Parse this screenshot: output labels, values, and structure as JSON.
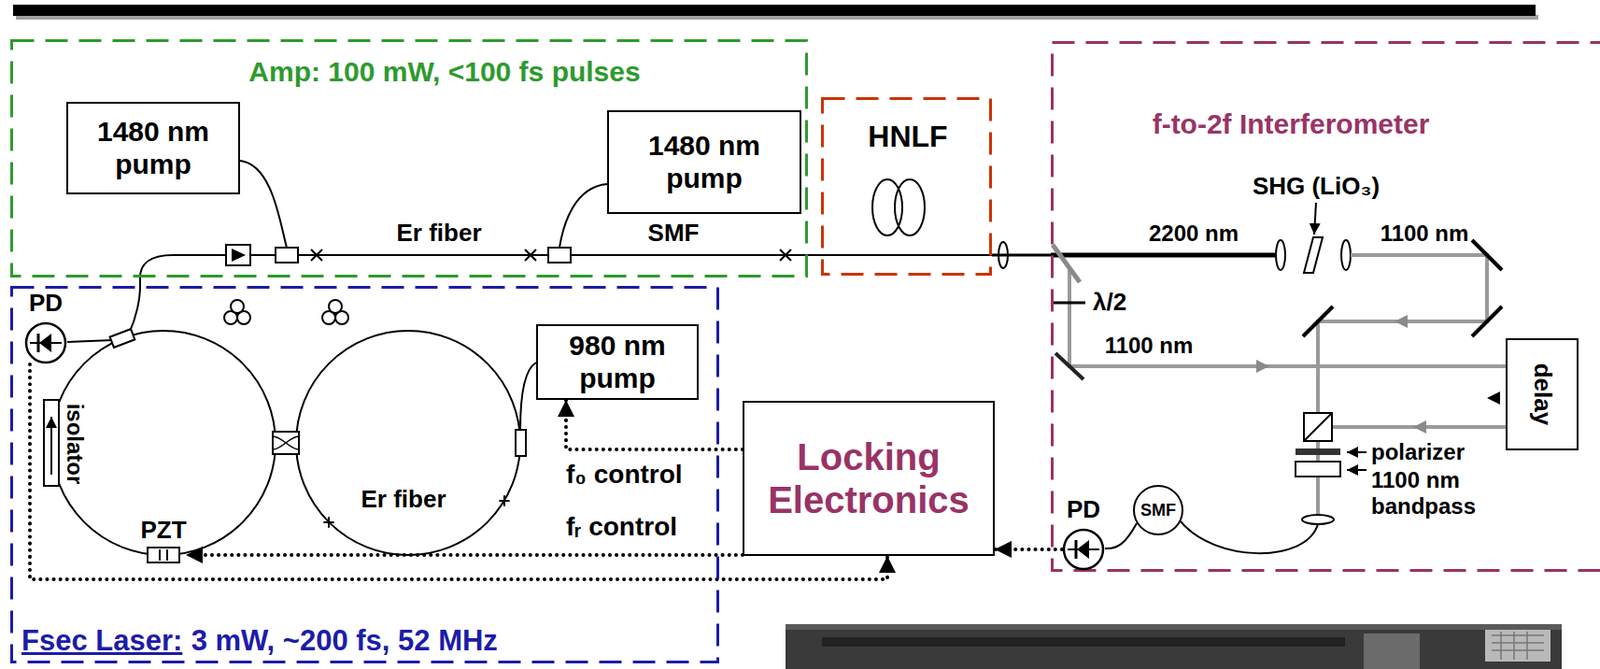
{
  "diagram": {
    "nodes": [
      {
        "text": [
          "Amp: 100 mW, <100 fs pulses"
        ]
      },
      {
        "text": [
          "1480 nm pump"
        ],
        "in": 0
      },
      {
        "text": [
          "1480 nm pump"
        ],
        "in": 0
      },
      {
        "text": [
          "HNLF"
        ]
      },
      {
        "text": [
          "f-to-2f Interferometer"
        ]
      },
      {
        "text": [
          "delay"
        ],
        "in": 4
      },
      {
        "text": [
          "SMF"
        ],
        "in": 4
      },
      {
        "text": [
          "PD"
        ],
        "in": 4
      },
      {
        "text": [
          "Fsec Laser:",
          "3 mW, ~200 fs, 52 MHz"
        ]
      },
      {
        "text": [
          "PD"
        ],
        "in": 8
      },
      {
        "text": [
          "PZT"
        ],
        "in": 8
      },
      {
        "text": [
          "980 nm pump"
        ],
        "in": 8
      },
      {
        "text": [
          "Locking Electronics"
        ]
      }
    ],
    "edges": [
      {
        "from": 8,
        "to": 0,
        "arrow": "none"
      },
      {
        "from": 0,
        "to": 3,
        "arrow": "none"
      },
      {
        "from": 3,
        "to": 4,
        "arrow": "none"
      },
      {
        "from": 7,
        "to": 12,
        "arrow": "to"
      },
      {
        "from": 12,
        "to": 11,
        "label": "f₀ control",
        "arrow": "to"
      },
      {
        "from": 12,
        "to": 10,
        "label": "fᵣ control",
        "arrow": "to"
      },
      {
        "from": 9,
        "to": 12,
        "arrow": "to"
      }
    ],
    "labels": [
      "Er fiber",
      "SMF",
      "2200 nm",
      "SHG (LiO₃)",
      "1100 nm",
      "λ/2",
      "1100 nm",
      "polarizer",
      "1100 nm bandpass",
      "isolator",
      "Er fiber"
    ]
  }
}
